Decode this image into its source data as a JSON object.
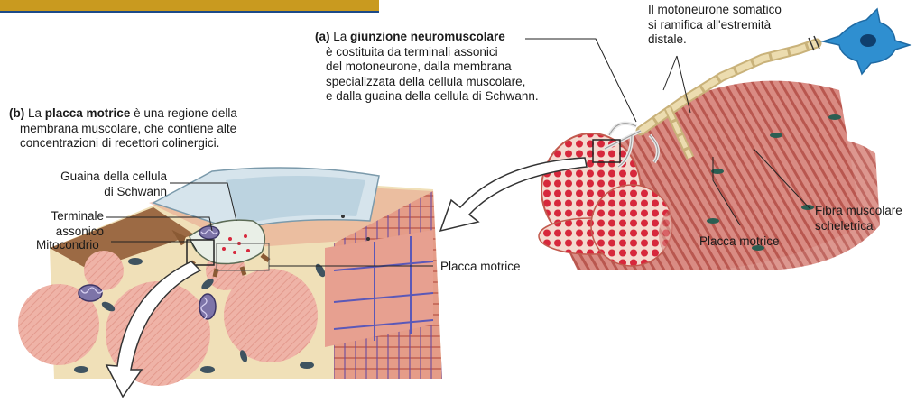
{
  "colors": {
    "accent_bar": "#c99a1f",
    "accent_rule": "#1c4a88",
    "muscle": "#d98b83",
    "stripe": "#b9574f",
    "myofibril_dot": "#d7283c",
    "nerve": "#e2cf9e",
    "neuron_cell": "#2f8fd0",
    "arrow": "#ffffff"
  },
  "caption_a": {
    "tag": "(a)",
    "pre": " La ",
    "bold": "giunzione neuromuscolare",
    "lines": [
      "è costituita da terminali assonici",
      "del motoneurone, dalla membrana",
      "specializzata della cellula muscolare,",
      "e dalla guaina della cellula di Schwann."
    ]
  },
  "caption_b": {
    "tag": "(b)",
    "pre": " La ",
    "bold": "placca motrice",
    "post": " è una regione della",
    "lines": [
      "membrana muscolare, che contiene alte",
      "concentrazioni di recettori colinergici."
    ]
  },
  "motoneuron_note": {
    "lines": [
      "Il motoneurone somatico",
      "si ramifica all'estremità",
      "distale."
    ]
  },
  "labels": {
    "schwann_line1": "Guaina della cellula",
    "schwann_line2": "di Schwann",
    "axon_line1": "Terminale",
    "axon_line2": "assonico",
    "mitochondrion": "Mitocondrio",
    "motor_end_plate_b": "Placca motrice",
    "motor_end_plate_a": "Placca motrice",
    "muscle_fiber_line1": "Fibra muscolare",
    "muscle_fiber_line2": "scheletrica"
  }
}
